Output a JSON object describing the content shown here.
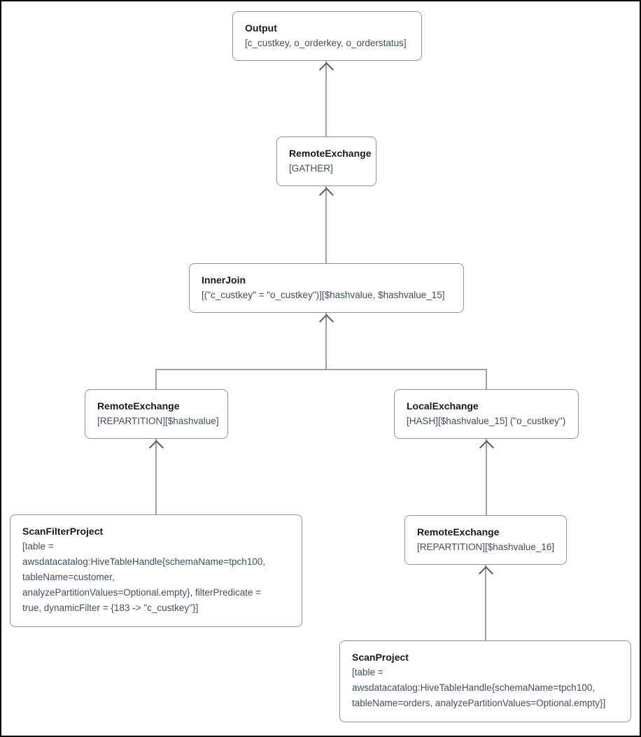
{
  "plan": {
    "diagram_type": "query-execution-plan",
    "colors": {
      "box_border": "#8c939d",
      "edge_line": "#9aa0a8",
      "arrowhead": "#545b64",
      "title_text": "#16191f",
      "detail_text": "#414d5c",
      "background": "#ffffff",
      "frame": "#000000"
    },
    "nodes": {
      "output": {
        "title": "Output",
        "detail_lines": [
          "[c_custkey, o_orderkey, o_orderstatus]"
        ]
      },
      "remote_exchange_gather": {
        "title": "RemoteExchange",
        "detail_lines": [
          "[GATHER]"
        ]
      },
      "inner_join": {
        "title": "InnerJoin",
        "detail_lines": [
          "[(\"c_custkey\" = \"o_custkey\")][$hashvalue, $hashvalue_15]"
        ]
      },
      "remote_exchange_repartition": {
        "title": "RemoteExchange",
        "detail_lines": [
          "[REPARTITION][$hashvalue]"
        ]
      },
      "local_exchange": {
        "title": "LocalExchange",
        "detail_lines": [
          "[HASH][$hashvalue_15] (\"o_custkey\")"
        ]
      },
      "scan_filter_project": {
        "title": "ScanFilterProject",
        "detail_lines": [
          "[table =",
          "awsdatacatalog:HiveTableHandle{schemaName=tpch100,",
          "tableName=customer,",
          "analyzePartitionValues=Optional.empty}, filterPredicate =",
          "true, dynamicFilter = {183 -> \"c_custkey\"}]"
        ]
      },
      "remote_exchange_repartition_16": {
        "title": "RemoteExchange",
        "detail_lines": [
          "[REPARTITION][$hashvalue_16]"
        ]
      },
      "scan_project": {
        "title": "ScanProject",
        "detail_lines": [
          "[table =",
          "awsdatacatalog:HiveTableHandle{schemaName=tpch100,",
          "tableName=orders, analyzePartitionValues=Optional.empty}]"
        ]
      }
    },
    "edges": [
      {
        "from": "remote_exchange_gather",
        "to": "output"
      },
      {
        "from": "inner_join",
        "to": "remote_exchange_gather"
      },
      {
        "from": "remote_exchange_repartition",
        "to": "inner_join"
      },
      {
        "from": "local_exchange",
        "to": "inner_join"
      },
      {
        "from": "scan_filter_project",
        "to": "remote_exchange_repartition"
      },
      {
        "from": "remote_exchange_repartition_16",
        "to": "local_exchange"
      },
      {
        "from": "scan_project",
        "to": "remote_exchange_repartition_16"
      }
    ]
  }
}
